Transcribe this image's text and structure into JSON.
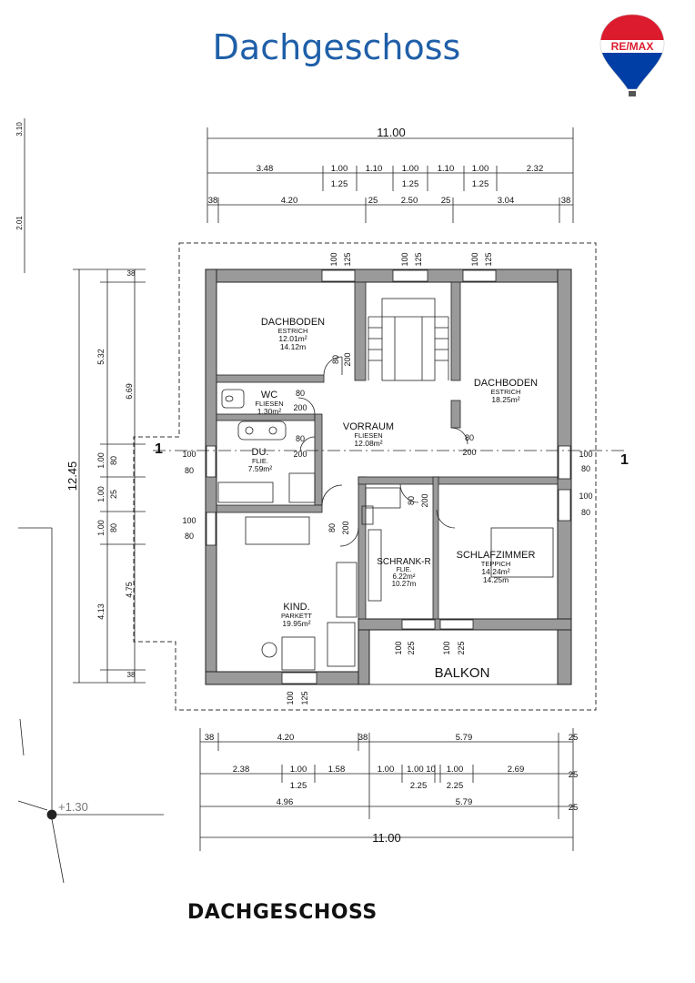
{
  "header": {
    "title": "Dachgeschoss"
  },
  "brand": {
    "logo_text": "RE/MAX",
    "colors": {
      "red": "#dc1c2e",
      "blue": "#003da5",
      "white": "#ffffff"
    }
  },
  "plan": {
    "top_dims": {
      "overall": "11.00",
      "row1": [
        "3.48",
        "1.00",
        "1.10",
        "1.00",
        "1.10",
        "1.00",
        "2.32"
      ],
      "row1b": [
        "1.25",
        "1.25",
        "1.25"
      ],
      "row2": [
        "38",
        "4.20",
        "25",
        "2.50",
        "25",
        "3.04",
        "38"
      ]
    },
    "left_dims": {
      "overall": "12.45",
      "seg": [
        "5.32",
        "1.00",
        "1.00",
        "1.00",
        "4.13",
        "6.69",
        "4.75",
        "38",
        "38",
        "80",
        "80",
        "80",
        "25",
        "3.10",
        "2.01"
      ]
    },
    "bottom_dims": {
      "row1": [
        "38",
        "4.20",
        "38",
        "5.79",
        "25"
      ],
      "row2": [
        "2.38",
        "1.00",
        "1.58",
        "1.00",
        "1.00 10",
        "1.00",
        "2.69",
        "25"
      ],
      "row2b": [
        "1.25",
        "2.25",
        "2.25"
      ],
      "row3": [
        "4.96",
        "5.79",
        "25"
      ],
      "overall": "11.00"
    },
    "openings": [
      "100",
      "125",
      "100",
      "125",
      "100",
      "125",
      "80",
      "200",
      "80",
      "200",
      "80",
      "200",
      "80",
      "200",
      "100",
      "80",
      "100",
      "80",
      "100",
      "80",
      "100",
      "80",
      "80",
      "200",
      "80",
      "200",
      "100",
      "225",
      "100",
      "225",
      "100",
      "125"
    ],
    "rooms": [
      {
        "name": "DACHBODEN",
        "sub": "ESTRICH",
        "a1": "12.01m²",
        "a2": "14.12m"
      },
      {
        "name": "WC",
        "sub": "FLIESEN",
        "a1": "1.30m²"
      },
      {
        "name": "VORRAUM",
        "sub": "FLIESEN",
        "a1": "12.08m²"
      },
      {
        "name": "DACHBODEN",
        "sub": "ESTRICH",
        "a1": "18.25m²"
      },
      {
        "name": "DU.",
        "sub": "FLIE.",
        "a1": "7.59m²"
      },
      {
        "name": "SCHRANK-R",
        "sub": "FLIE.",
        "a1": "6.22m²",
        "a2": "10.27m"
      },
      {
        "name": "SCHLAFZIMMER",
        "sub": "TEPPICH",
        "a1": "14.24m²",
        "a2": "14.25m"
      },
      {
        "name": "KIND.",
        "sub": "PARKETT",
        "a1": "19.95m²"
      },
      {
        "name": "BALKON"
      }
    ],
    "section_marks": [
      "1",
      "1"
    ],
    "level": "+1.30"
  },
  "footer": {
    "caption": "DACHGESCHOSS"
  }
}
